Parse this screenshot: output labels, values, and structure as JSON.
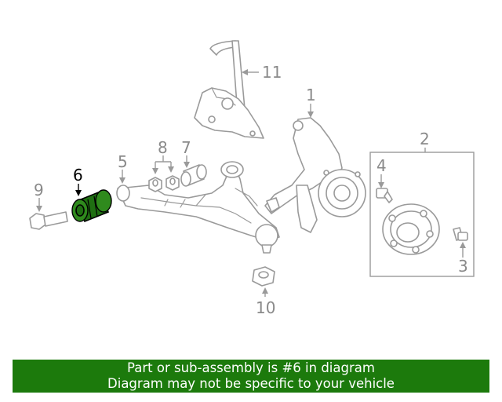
{
  "callouts": {
    "c1": "1",
    "c2": "2",
    "c3": "3",
    "c4": "4",
    "c5": "5",
    "c6": "6",
    "c7": "7",
    "c8": "8",
    "c9": "9",
    "c10": "10",
    "c11": "11"
  },
  "highlighted_part": "6",
  "colors": {
    "highlight": "#1f6f12",
    "banner_bg": "#1c7a0c",
    "line_gray": "#9a9a9a"
  },
  "banner": {
    "line1": "Part or sub-assembly is #6 in diagram",
    "line2": "Diagram may not be specific to your vehicle"
  }
}
